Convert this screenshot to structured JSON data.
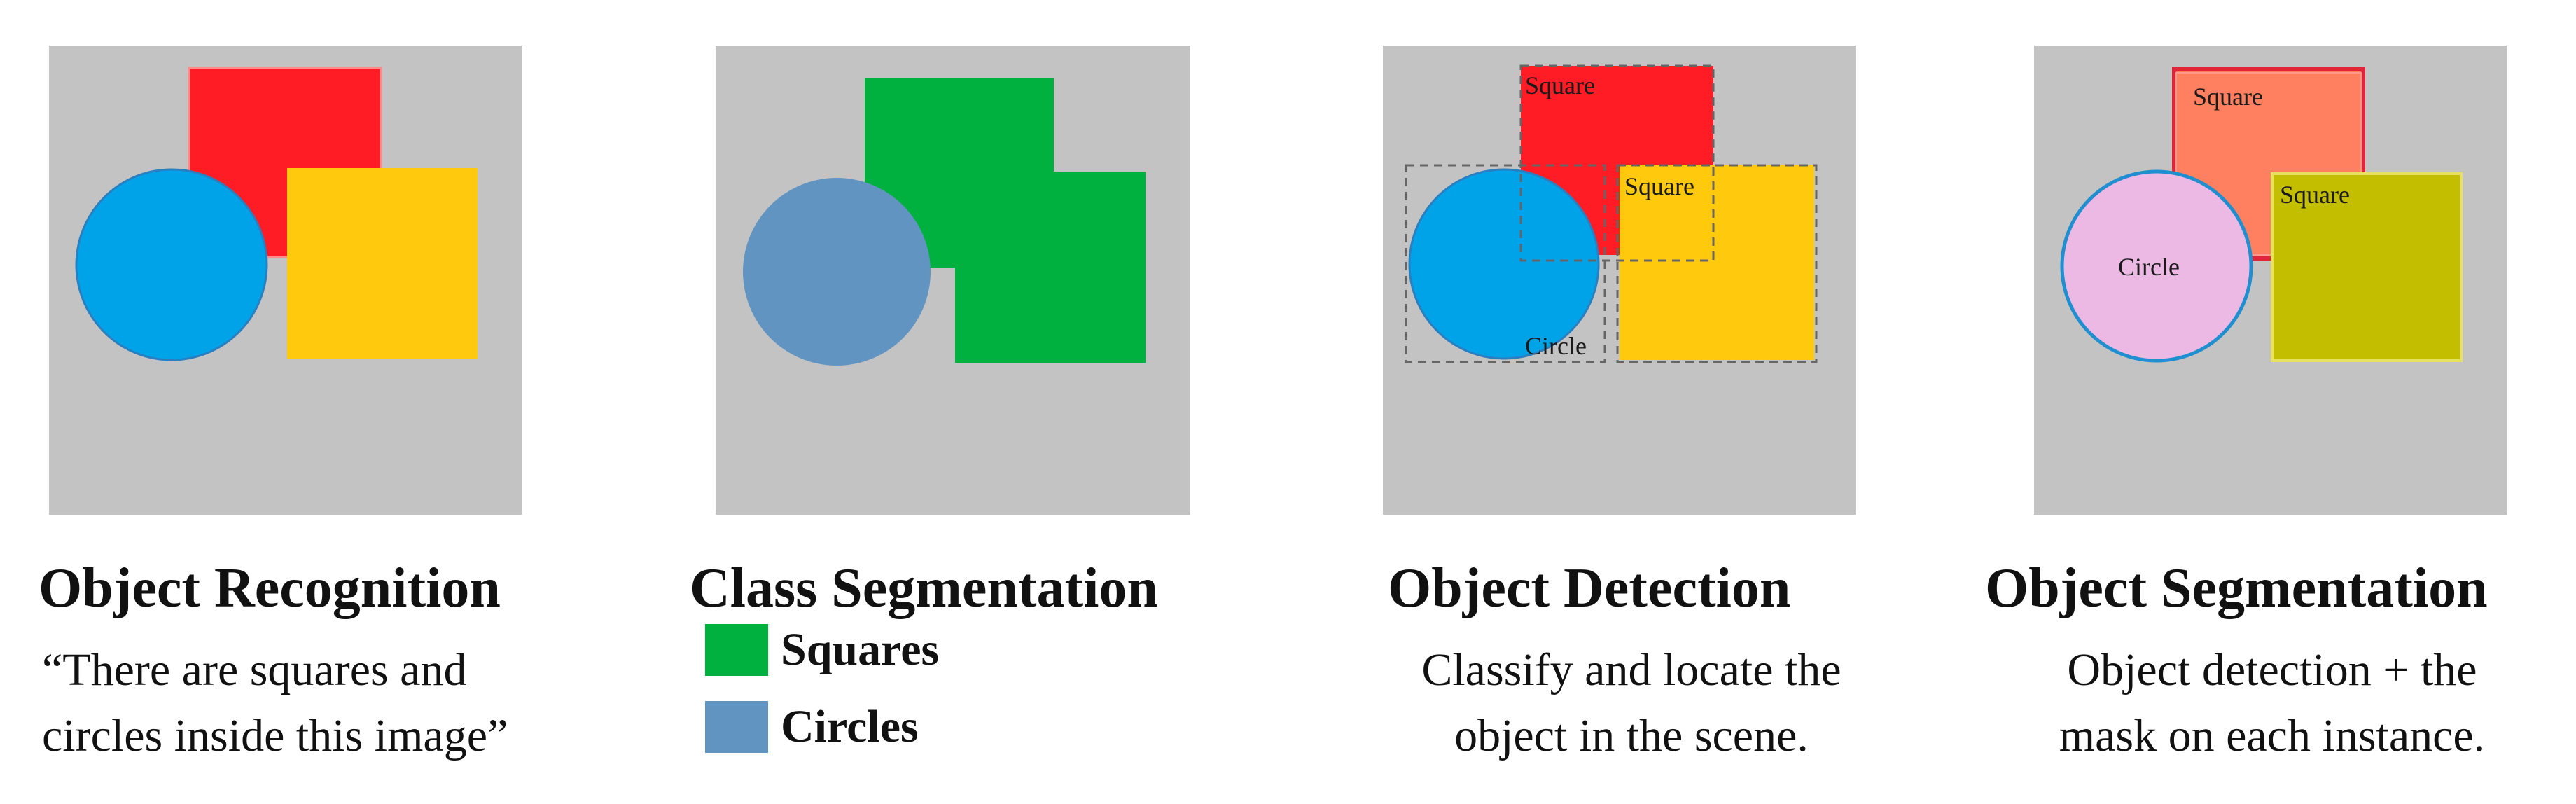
{
  "colors": {
    "background_gray": "#c3c3c3",
    "red_square": "#ff1c24",
    "yellow_square": "#ffc90e",
    "blue_circle": "#00a2e8",
    "class_green": "#00b140",
    "class_blue": "#6194c1",
    "seg_salmon": "#ff8060",
    "seg_olive": "#c3bf00",
    "seg_pink": "#ecb8e4"
  },
  "panels": [
    {
      "title": "Object Recognition",
      "caption_lines": [
        "“There are squares and",
        "circles inside this image”"
      ]
    },
    {
      "title": "Class Segmentation",
      "legend": [
        {
          "label": "Squares",
          "color": "#00b140"
        },
        {
          "label": "Circles",
          "color": "#6194c1"
        }
      ]
    },
    {
      "title": "Object Detection",
      "caption_lines": [
        "Classify and locate the",
        "object in the scene."
      ],
      "box_labels": [
        "Square",
        "Square",
        "Circle"
      ]
    },
    {
      "title": "Object Segmentation",
      "caption_lines": [
        "Object detection + the",
        "mask on each instance."
      ],
      "mask_labels": [
        "Square",
        "Square",
        "Circle"
      ]
    }
  ]
}
